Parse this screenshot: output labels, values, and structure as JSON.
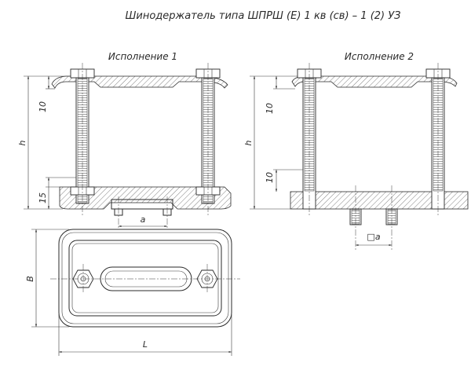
{
  "drawing": {
    "title": "Шинодержатель типа ШПРШ (Е) 1 кв (св) – 1 (2) УЗ",
    "variant1": {
      "caption": "Исполнение 1",
      "dim_h": "h",
      "dim_10": "10",
      "dim_15": "15",
      "dim_a": "a"
    },
    "variant2": {
      "caption": "Исполнение 2",
      "dim_h": "h",
      "dim_10_top": "10",
      "dim_10_bottom": "10",
      "dim_a": "□a"
    },
    "plan": {
      "dim_B": "B",
      "dim_L": "L"
    }
  }
}
